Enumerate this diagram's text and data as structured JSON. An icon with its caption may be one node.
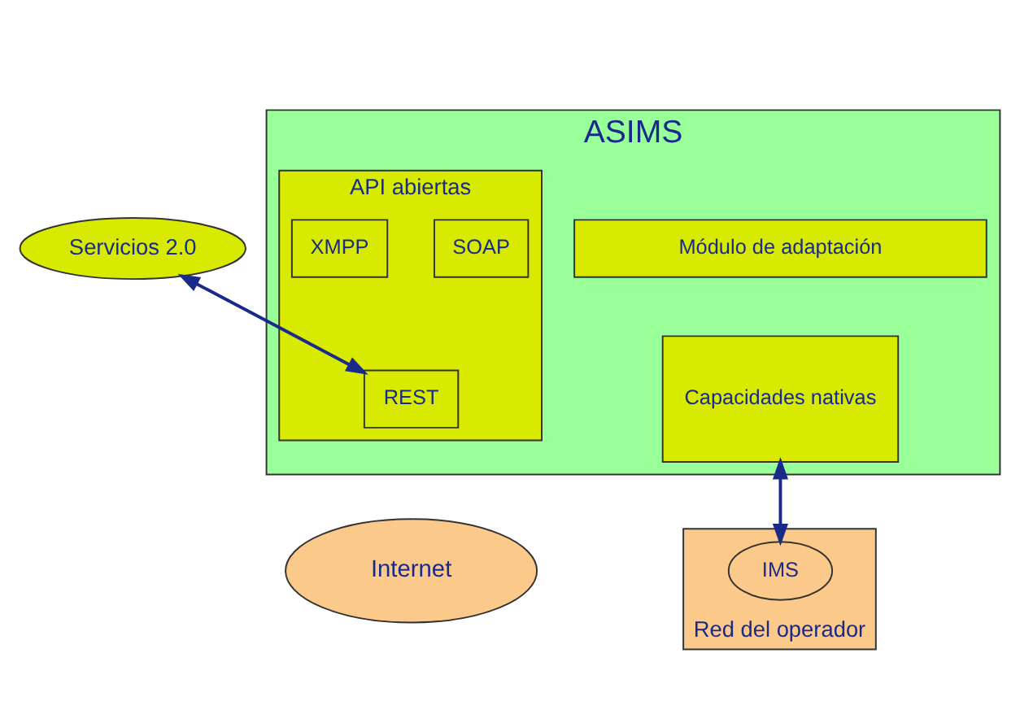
{
  "diagram": {
    "nodes": [
      {
        "text": [
          "Servicios 2.0"
        ]
      },
      {
        "text": [
          "ASIMS"
        ]
      },
      {
        "text": [
          "Módulo de adaptación"
        ],
        "in": 1
      },
      {
        "text": [
          "API abiertas"
        ],
        "in": 1
      },
      {
        "text": [
          "SOAP"
        ],
        "in": 3
      },
      {
        "text": [
          "REST"
        ],
        "in": 3
      },
      {
        "text": [
          "XMPP"
        ],
        "in": 3
      },
      {
        "text": [
          "Capacidades nativas"
        ],
        "in": 1
      },
      {
        "text": [
          "Internet"
        ]
      },
      {
        "text": [
          "Red del operador"
        ]
      },
      {
        "text": [
          "IMS"
        ],
        "in": 9
      }
    ],
    "edges": [
      {
        "from": 5,
        "to": 0,
        "arrow": "both"
      },
      {
        "from": 7,
        "to": 10,
        "arrow": "both"
      }
    ]
  }
}
